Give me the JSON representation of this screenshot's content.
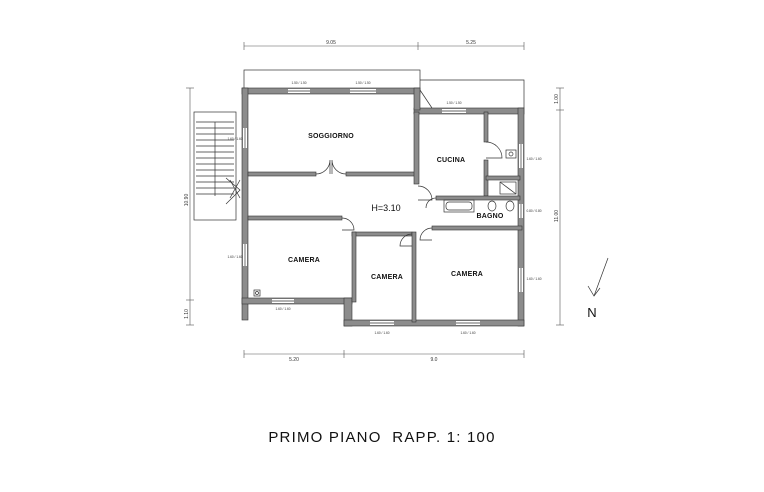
{
  "drawing": {
    "title": "PRIMO PIANO  RAPP. 1: 100",
    "height_label": "H=3.10",
    "north_label": "N"
  },
  "rooms": {
    "soggiorno": "SOGGIORNO",
    "cucina": "CUCINA",
    "bagno": "BAGNO",
    "camera_left": "CAMERA",
    "camera_middle": "CAMERA",
    "camera_right": "CAMERA"
  },
  "dimensions": {
    "top_left": "9.05",
    "top_right": "5.25",
    "bottom_left": "5.20",
    "bottom_right": "9.0",
    "left_main": "10.90",
    "left_small": "1.10",
    "right_top": "1.00",
    "right_main": "11.00"
  },
  "window_labels": {
    "soggiorno_top_a": "1.50 / 1.50",
    "soggiorno_top_b": "1.50 / 1.50",
    "soggiorno_left": "1.60 / 1.60",
    "cucina_top": "1.50 / 1.50",
    "cucina_right": "1.60 / 1.60",
    "bagno_right": "0.80 / 0.80",
    "camera_left_side": "1.60 / 1.60",
    "camera_left_bottom": "1.60 / 1.60",
    "camera_mid_bottom": "1.60 / 1.60",
    "camera_right_bottom": "1.60 / 1.60",
    "camera_right_side": "1.60 / 1.60"
  }
}
